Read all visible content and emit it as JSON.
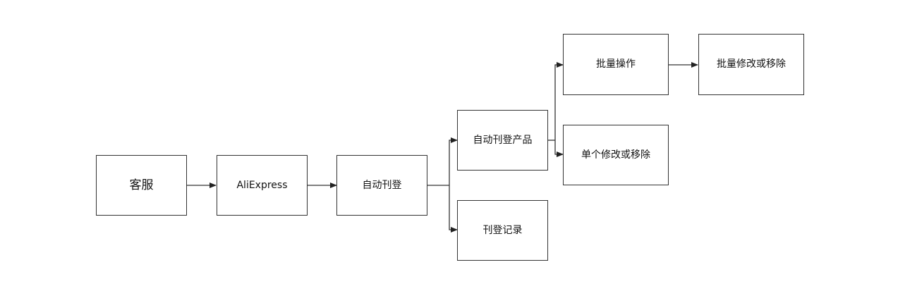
{
  "nodes": {
    "customer_service": "客服",
    "aliexpress": "AliExpress",
    "auto_listing": "自动刊登",
    "auto_listing_products": "自动刊登产品",
    "listing_records": "刊登记录",
    "batch_operation": "批量操作",
    "single_modify_remove": "单个修改或移除",
    "batch_modify_remove": "批量修改或移除"
  },
  "edges": [
    [
      "customer_service",
      "aliexpress"
    ],
    [
      "aliexpress",
      "auto_listing"
    ],
    [
      "auto_listing",
      "auto_listing_products"
    ],
    [
      "auto_listing",
      "listing_records"
    ],
    [
      "auto_listing_products",
      "batch_operation"
    ],
    [
      "auto_listing_products",
      "single_modify_remove"
    ],
    [
      "batch_operation",
      "batch_modify_remove"
    ]
  ],
  "colors": {
    "stroke": "#333333",
    "text": "#111111",
    "background": "#ffffff"
  }
}
